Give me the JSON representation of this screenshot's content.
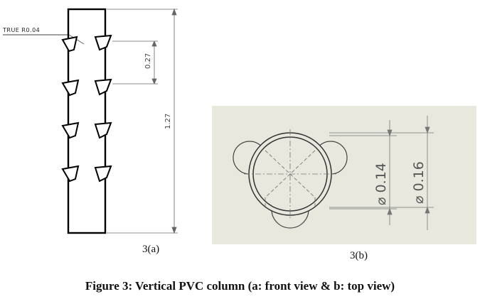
{
  "front_view": {
    "note_label": "TRUE R0.04",
    "spacing_dim": "0.27",
    "height_dim": "1.27",
    "sublabel": "3(a)"
  },
  "top_view": {
    "inner_dia_dim": "⌀ 0.14",
    "outer_dia_dim": "⌀ 0.16",
    "panel_color": "#e8e8df",
    "sublabel": "3(b)"
  },
  "caption": "Figure 3: Vertical PVC column (a: front view & b: top view)"
}
